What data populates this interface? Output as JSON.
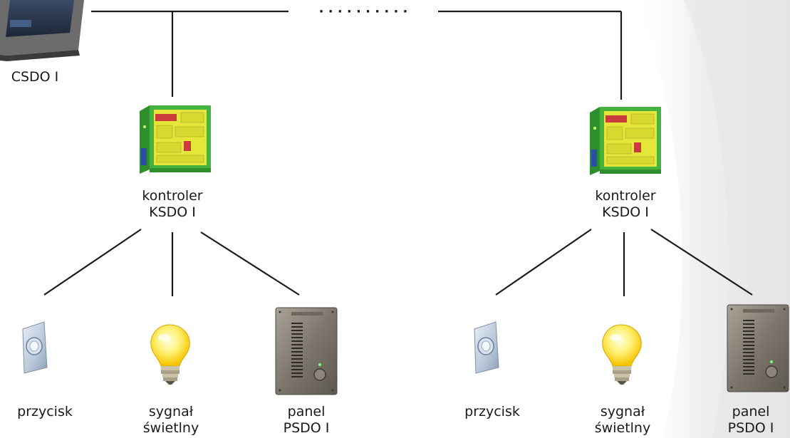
{
  "central": {
    "label": "CSDO I"
  },
  "bus": {
    "gap_dots": "· · · · · · · · · ·"
  },
  "groups": [
    {
      "controller": {
        "line1": "kontroler",
        "line2": "KSDO I"
      },
      "button": {
        "label": "przycisk"
      },
      "signal": {
        "line1": "sygnał",
        "line2": "świetlny"
      },
      "panel": {
        "line1": "panel",
        "line2": "PSDO I"
      }
    },
    {
      "controller": {
        "line1": "kontroler",
        "line2": "KSDO I"
      },
      "button": {
        "label": "przycisk"
      },
      "signal": {
        "line1": "sygnał",
        "line2": "świetlny"
      },
      "panel": {
        "line1": "panel",
        "line2": "PSDO I"
      }
    }
  ],
  "colors": {
    "line": "#1a1a1a",
    "controller_green": "#3fae3a",
    "controller_yellow": "#e8e83a",
    "bulb": "#ffe94a",
    "panel_metal": "#8a8378",
    "background_swoosh": "#ececec"
  }
}
